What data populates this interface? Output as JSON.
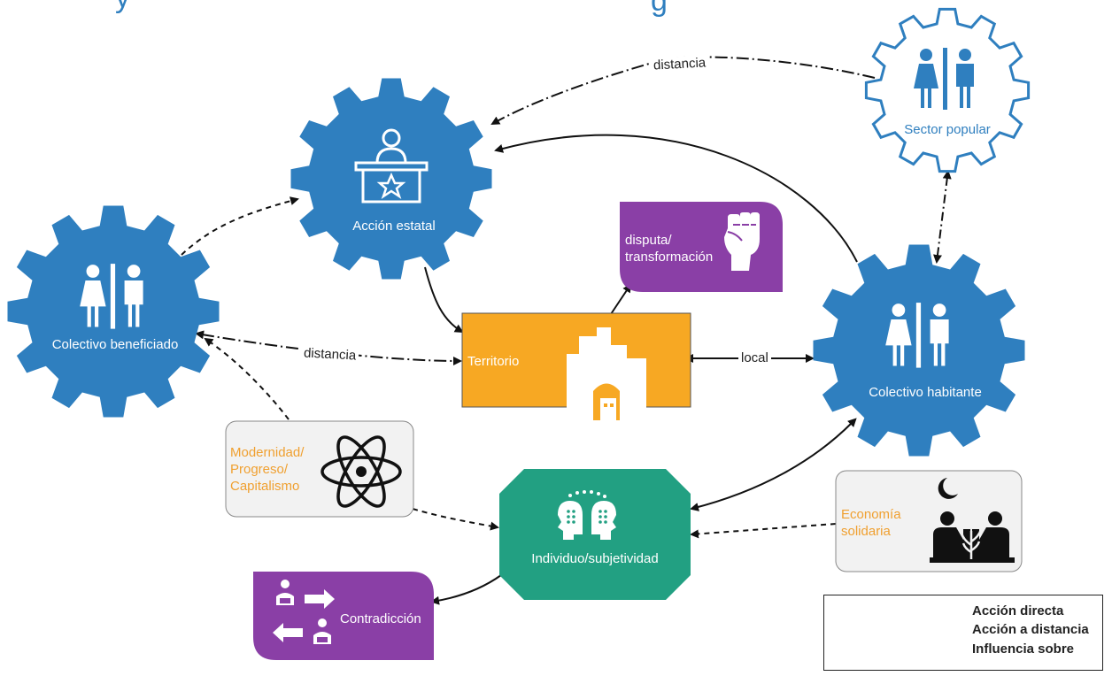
{
  "nodes": {
    "accion_estatal": "Acción estatal",
    "colectivo_beneficiado": "Colectivo beneficiado",
    "colectivo_habitante": "Colectivo habitante",
    "sector_popular": "Sector popular",
    "territorio": "Territorio",
    "disputa": "disputa/\ntransformación",
    "modernidad": "Modernidad/\nProgreso/\nCapitalismo",
    "economia": "Economía\nsolidaria",
    "individuo": "Individuo/subjetividad",
    "contradiccion": "Contradicción"
  },
  "edge_labels": {
    "distancia_top": "distancia",
    "distancia_mid": "distancia",
    "local": "local"
  },
  "legend": {
    "directa": "Acción directa",
    "distancia": "Acción a distancia",
    "influencia": "Influencia sobre"
  },
  "colors": {
    "gear_blue": "#2f7fbf",
    "orange": "#f7a823",
    "purple": "#8a3fa6",
    "green": "#22a082",
    "orange_text": "#f0a030",
    "box_gray": "#f2f2f2"
  },
  "icons": [
    "people-icon",
    "desk-star-icon",
    "fist-icon",
    "city-icon",
    "atom-icon",
    "heads-icon",
    "plant-moon-icon",
    "exchange-icon"
  ]
}
